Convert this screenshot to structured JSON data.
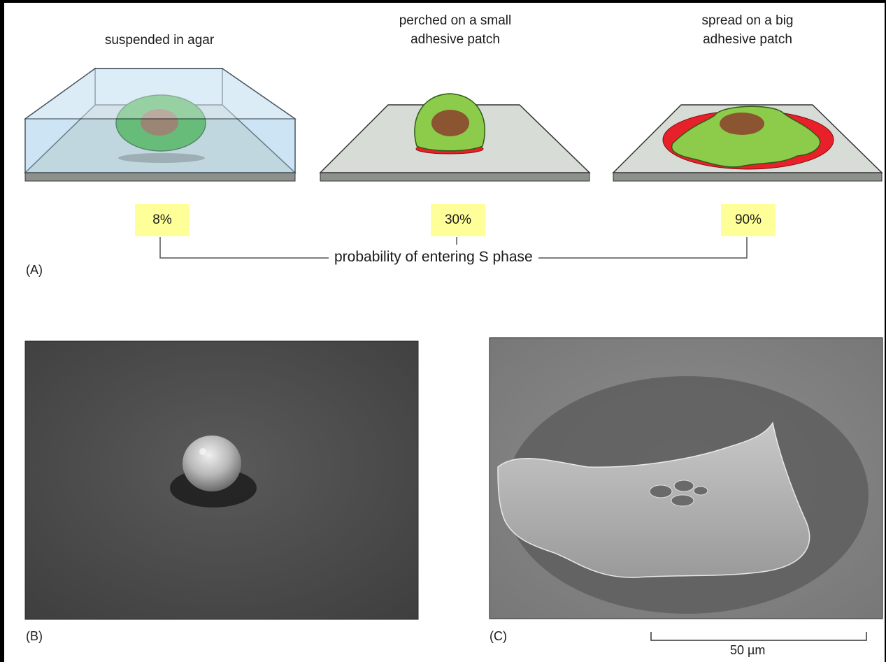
{
  "panel_a": {
    "label": "(A)",
    "conditions": [
      {
        "caption_lines": [
          "suspended in agar"
        ],
        "probability": "8%"
      },
      {
        "caption_lines": [
          "perched on a small",
          "adhesive patch"
        ],
        "probability": "30%"
      },
      {
        "caption_lines": [
          "spread on a big",
          "adhesive patch"
        ],
        "probability": "90%"
      }
    ],
    "bracket_label": "probability of entering S phase"
  },
  "panel_b": {
    "label": "(B)"
  },
  "panel_c": {
    "label": "(C)",
    "scale_bar": "50 µm"
  },
  "colors": {
    "agar_fill": "#cfe6f5",
    "agar_edge": "#3c4a55",
    "substrate_top": "#d8dcd6",
    "substrate_side": "#8d918c",
    "cell_dark_green": "#3aaa3a",
    "cell_light_green": "#8ccc4a",
    "nucleus": "#8a5530",
    "adhesion_red": "#e8202a",
    "label_highlight": "#ffff99",
    "bracket": "#555555"
  }
}
